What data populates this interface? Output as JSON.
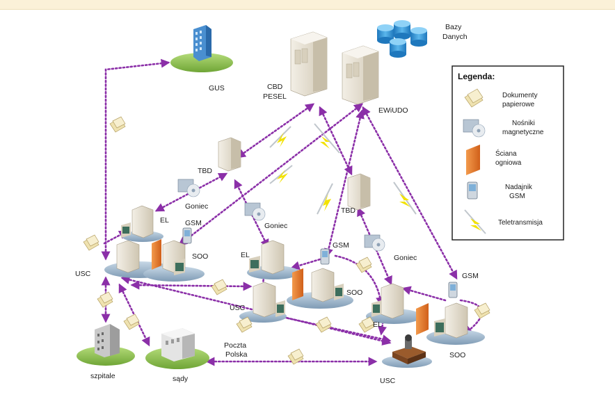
{
  "labels": {
    "gus": "GUS",
    "bazy_line1": "Bazy",
    "bazy_line2": "Danych",
    "cbd_line1": "CBD",
    "cbd_line2": "PESEL",
    "ewiudo": "EWiUDO",
    "tbd_left": "TBD",
    "tbd_right": "TBD",
    "goniec_left": "Goniec",
    "goniec_mid": "Goniec",
    "goniec_right": "Goniec",
    "el_left": "EL",
    "el_mid": "EL",
    "el_right": "EL",
    "gsm_left": "GSM",
    "gsm_mid": "GSM",
    "gsm_right": "GSM",
    "soo_left": "SOO",
    "soo_mid": "SOO",
    "soo_right": "SOO",
    "usc_left": "USC",
    "usc_mid": "USC",
    "usc_bottom": "USC",
    "poczta_line1": "Poczta",
    "poczta_line2": "Polska",
    "szpitale": "szpitale",
    "sady": "sądy"
  },
  "legend": {
    "title": "Legenda:",
    "items": [
      {
        "line1": "Dokumenty",
        "line2": "papierowe",
        "icon": "paper-documents-icon"
      },
      {
        "line1": "Nośniki",
        "line2": "magnetyczne",
        "icon": "magnetic-media-icon"
      },
      {
        "line1": "Ściana",
        "line2": "ogniowa",
        "icon": "firewall-icon"
      },
      {
        "line1": "Nadajnik",
        "line2": "GSM",
        "icon": "gsm-transmitter-icon"
      },
      {
        "line1": "Teletransmisja",
        "line2": "",
        "icon": "teletransmission-icon"
      }
    ]
  },
  "colors": {
    "arrow": "#8b2fa8",
    "platform_green": "#8bc34a",
    "platform_blue": "#9fb8cf",
    "server_beige": "#e6dfcf",
    "firewall": "#e87a2a",
    "database": "#2a8fd0",
    "lightning": "#f2e200"
  }
}
